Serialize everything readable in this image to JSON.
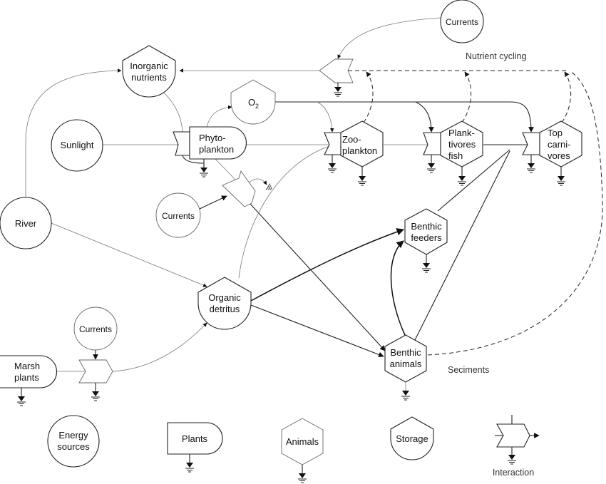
{
  "diagram": {
    "title": "Estuarine ecosystem energy flow diagram",
    "nodes": {
      "currents_top": "Currents",
      "inorganic_nutrients": [
        "Inorganic",
        "nutrients"
      ],
      "o2": "O",
      "o2_sub": "2",
      "sunlight": "Sunlight",
      "phytoplankton": [
        "Phyto-",
        "plankton"
      ],
      "zooplankton": [
        "Zoo-",
        "plankton"
      ],
      "planktivores_fish": [
        "Plank-",
        "tivores",
        "fish"
      ],
      "top_carnivores": [
        "Top",
        "carni-",
        "vores"
      ],
      "river": "River",
      "currents_mid": "Currents",
      "benthic_feeders": [
        "Benthic",
        "feeders"
      ],
      "organic_detritus": [
        "Organic",
        "detritus"
      ],
      "currents_low": "Currents",
      "marsh_plants": [
        "Marsh",
        "plants"
      ],
      "benthic_animals": [
        "Benthic",
        "animals"
      ]
    },
    "annotations": {
      "nutrient_cycling": "Nutrient cycling",
      "sediments": "Seciments"
    },
    "legend": {
      "energy_sources": [
        "Energy",
        "sources"
      ],
      "plants": "Plants",
      "animals": "Animals",
      "storage": "Storage",
      "interaction": "Interaction"
    }
  }
}
